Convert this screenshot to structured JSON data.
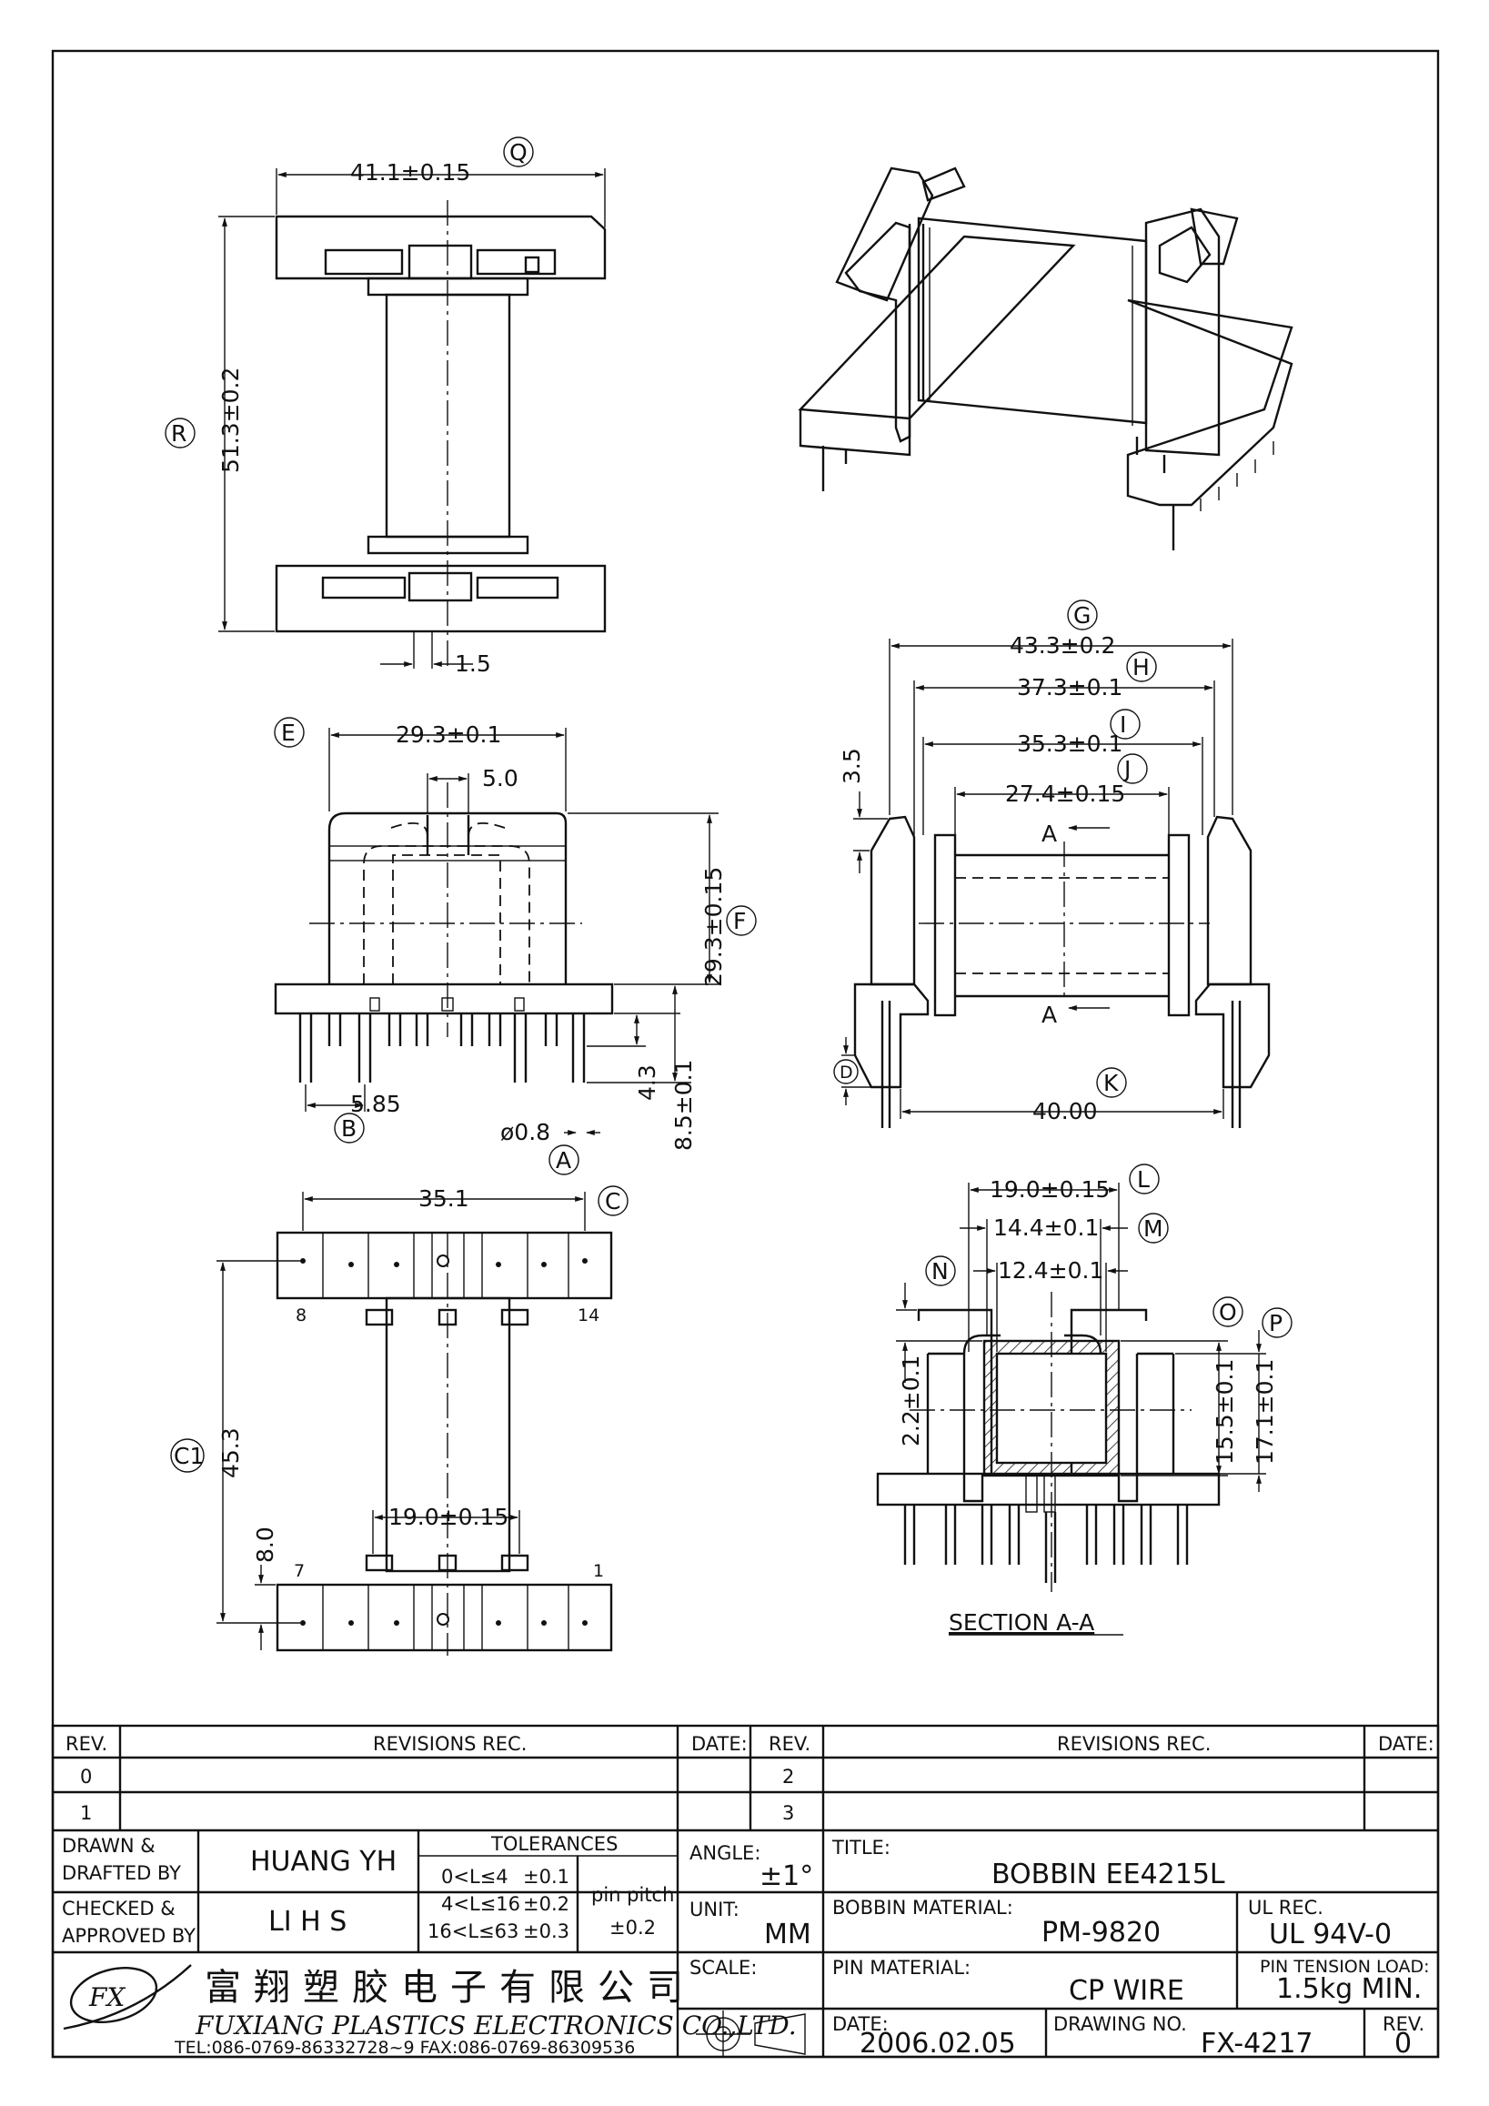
{
  "views": {
    "top": {
      "dims": {
        "width": "41.1±0.15",
        "height": "51.3±0.2",
        "gap": "1.5"
      },
      "tags": {
        "width": "Q",
        "height": "R"
      }
    },
    "front": {
      "dims": {
        "top_width": "29.3±0.1",
        "slot": "5.0",
        "height": "29.3±0.15",
        "pin_len": "4.3",
        "total_h": "8.5±0.1",
        "pitch": "5.85",
        "pin_d": "ø0.8"
      },
      "tags": {
        "top_width": "E",
        "height": "F",
        "pitch": "B",
        "pin_d": "A"
      }
    },
    "bottom": {
      "dims": {
        "span": "35.1",
        "length": "45.3",
        "inner": "19.0±0.15",
        "edge": "8.0"
      },
      "tags": {
        "span": "C",
        "length": "C1"
      },
      "pins": {
        "p8": "8",
        "p14": "14",
        "p7": "7",
        "p1": "1"
      }
    },
    "side": {
      "dims": {
        "g": "43.3±0.2",
        "h": "37.3±0.1",
        "i": "35.3±0.1",
        "j": "27.4±0.15",
        "k": "40.00",
        "lip": "3.5"
      },
      "tags": {
        "g": "G",
        "h": "H",
        "i": "I",
        "j": "J",
        "k": "K",
        "d": "D"
      },
      "section_mark": "A"
    },
    "section": {
      "dims": {
        "l": "19.0±0.15",
        "m": "14.4±0.1",
        "n": "12.4±0.1",
        "o": "15.5±0.1",
        "p": "17.1±0.1",
        "wall": "2.2±0.1"
      },
      "tags": {
        "l": "L",
        "m": "M",
        "n": "N",
        "o": "O",
        "p": "P"
      },
      "caption": "SECTION A-A"
    }
  },
  "revisions": {
    "headers": {
      "rev": "REV.",
      "rec": "REVISIONS   REC.",
      "date": "DATE:",
      "rev2": "REV.",
      "rec2": "REVISIONS   REC.",
      "date2": "DATE:"
    },
    "left_revs": [
      "0",
      "1"
    ],
    "right_revs": [
      "2",
      "3"
    ]
  },
  "title_block": {
    "drawn_label_1": "DRAWN  &",
    "drawn_label_2": "DRAFTED  BY",
    "drawn_value": "HUANG YH",
    "checked_label_1": "CHECKED  &",
    "checked_label_2": "APPROVED  BY",
    "checked_value": "LI H S",
    "tolerances_title": "TOLERANCES",
    "tol_rows": [
      {
        "range": "0<L≤4",
        "tol": "±0.1"
      },
      {
        "range": "4<L≤16",
        "tol": "±0.2"
      },
      {
        "range": "16<L≤63",
        "tol": "±0.3"
      }
    ],
    "pin_pitch_label": "pin  pitch",
    "pin_pitch_value": "±0.2",
    "angle_label": "ANGLE:",
    "angle_value": "±1°",
    "unit_label": "UNIT:",
    "unit_value": "MM",
    "scale_label": "SCALE:",
    "title_label": "TITLE:",
    "title_value": "BOBBIN  EE4215L",
    "bobbin_material_label": "BOBBIN  MATERIAL:",
    "bobbin_material_value": "PM-9820",
    "ul_label": "UL  REC.",
    "ul_value": "UL  94V-0",
    "pin_material_label": "PIN  MATERIAL:",
    "pin_material_value": "CP  WIRE",
    "pin_tension_label": "PIN  TENSION  LOAD:",
    "pin_tension_value": "1.5kg  MIN.",
    "date_label": "DATE:",
    "date_value": "2006.02.05",
    "drawing_no_label": "DRAWING  NO.",
    "drawing_no_value": "FX-4217",
    "rev_label": "REV.",
    "rev_value": "0"
  },
  "company": {
    "chinese_name": "富翔塑胶电子有限公司",
    "english_name": "FUXIANG  PLASTICS  ELECTRONICS  CO.,LTD.",
    "contact": "TEL:086-0769-86332728~9  FAX:086-0769-86309536",
    "logo_text": "FX"
  }
}
